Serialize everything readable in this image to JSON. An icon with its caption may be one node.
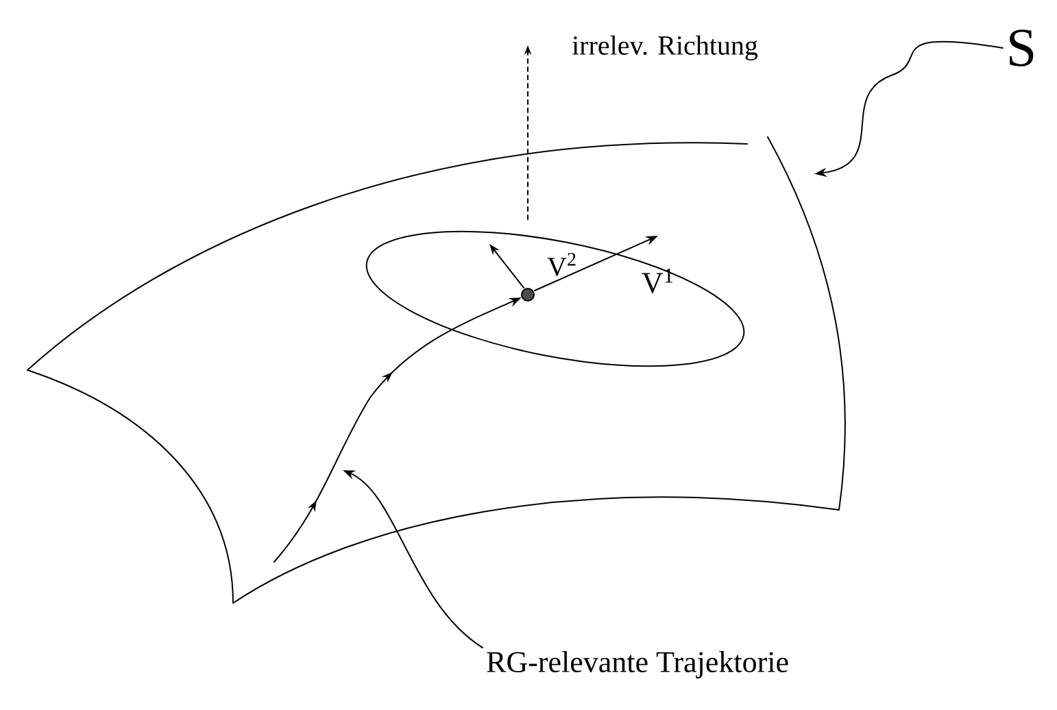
{
  "diagram": {
    "nodes": [
      {
        "text": [
          "S"
        ]
      },
      {
        "text": [],
        "shape": "surface"
      },
      {
        "text": [],
        "shape": "circle",
        "in": 1
      },
      {
        "text": [
          "RG-relevante Trajektorie"
        ]
      }
    ],
    "edges": [
      {
        "from": 0,
        "to": 1,
        "arrow": "to"
      },
      {
        "from": 1,
        "to": 2,
        "arrow": "to"
      },
      {
        "from": 3,
        "to": 1,
        "arrow": "to"
      }
    ],
    "labels": [
      "irrelev. Richtung",
      "V$^{2}$",
      "V$^{1}$"
    ]
  }
}
